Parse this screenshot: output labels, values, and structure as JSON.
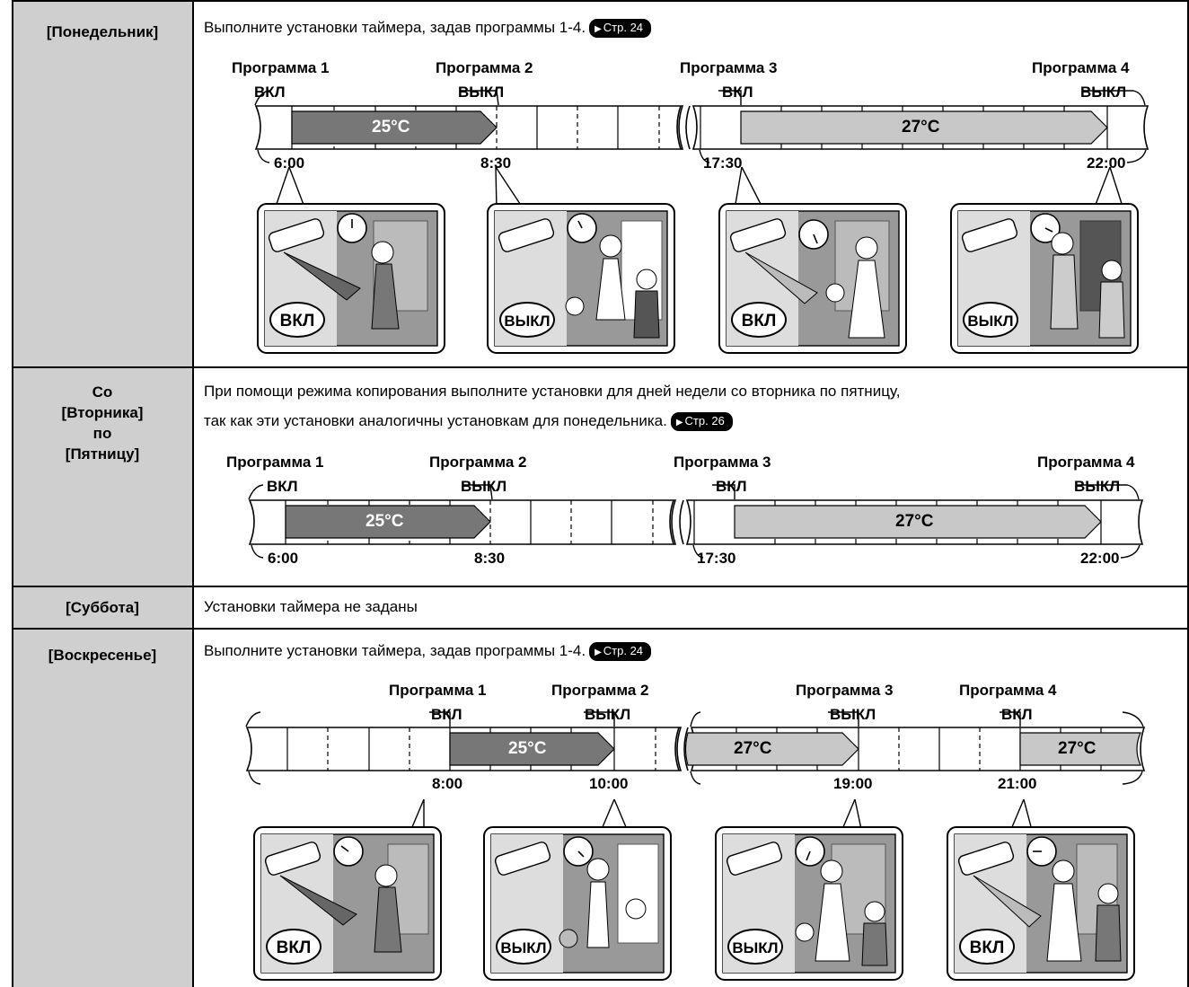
{
  "monday": {
    "day": "[Понедельник]",
    "instruction": "Выполните установки таймера, задав программы 1-4.",
    "ref": "Стр. 24",
    "programs": [
      {
        "name": "Программа 1",
        "state": "ВКЛ",
        "time": "6:00"
      },
      {
        "name": "Программа 2",
        "state": "ВЫКЛ",
        "time": "8:30"
      },
      {
        "name": "Программа 3",
        "state": "ВКЛ",
        "time": "17:30"
      },
      {
        "name": "Программа 4",
        "state": "ВЫКЛ",
        "time": "22:00"
      }
    ],
    "temps": [
      "25°C",
      "27°C"
    ],
    "bubbles": [
      "ВКЛ",
      "ВЫКЛ",
      "ВКЛ",
      "ВЫКЛ"
    ]
  },
  "tue_fri": {
    "day_line1": "Со",
    "day_line2": "[Вторника]",
    "day_line3": "по",
    "day_line4": "[Пятницу]",
    "instruction_line1": "При помощи режима копирования выполните установки для дней недели со вторника по пятницу,",
    "instruction_line2": "так как эти установки аналогичны установкам для понедельника.",
    "ref": "Стр. 26",
    "programs": [
      {
        "name": "Программа 1",
        "state": "ВКЛ",
        "time": "6:00"
      },
      {
        "name": "Программа 2",
        "state": "ВЫКЛ",
        "time": "8:30"
      },
      {
        "name": "Программа 3",
        "state": "ВКЛ",
        "time": "17:30"
      },
      {
        "name": "Программа 4",
        "state": "ВЫКЛ",
        "time": "22:00"
      }
    ],
    "temps": [
      "25°C",
      "27°C"
    ]
  },
  "saturday": {
    "day": "[Суббота]",
    "text": "Установки таймера не заданы"
  },
  "sunday": {
    "day": "[Воскресенье]",
    "instruction": "Выполните установки таймера, задав программы 1-4.",
    "ref": "Стр. 24",
    "programs": [
      {
        "name": "Программа 1",
        "state": "ВКЛ",
        "time": "8:00"
      },
      {
        "name": "Программа 2",
        "state": "ВЫКЛ",
        "time": "10:00"
      },
      {
        "name": "Программа 3",
        "state": "ВЫКЛ",
        "time": "19:00"
      },
      {
        "name": "Программа 4",
        "state": "ВКЛ",
        "time": "21:00"
      }
    ],
    "temps": [
      "25°C",
      "27°C",
      "27°C"
    ],
    "bubbles": [
      "ВКЛ",
      "ВЫКЛ",
      "ВЫКЛ",
      "ВКЛ"
    ]
  },
  "colors": {
    "dark_bar": "#777777",
    "light_bar": "#c8c8c8",
    "day_cell": "#cfcfcf"
  }
}
